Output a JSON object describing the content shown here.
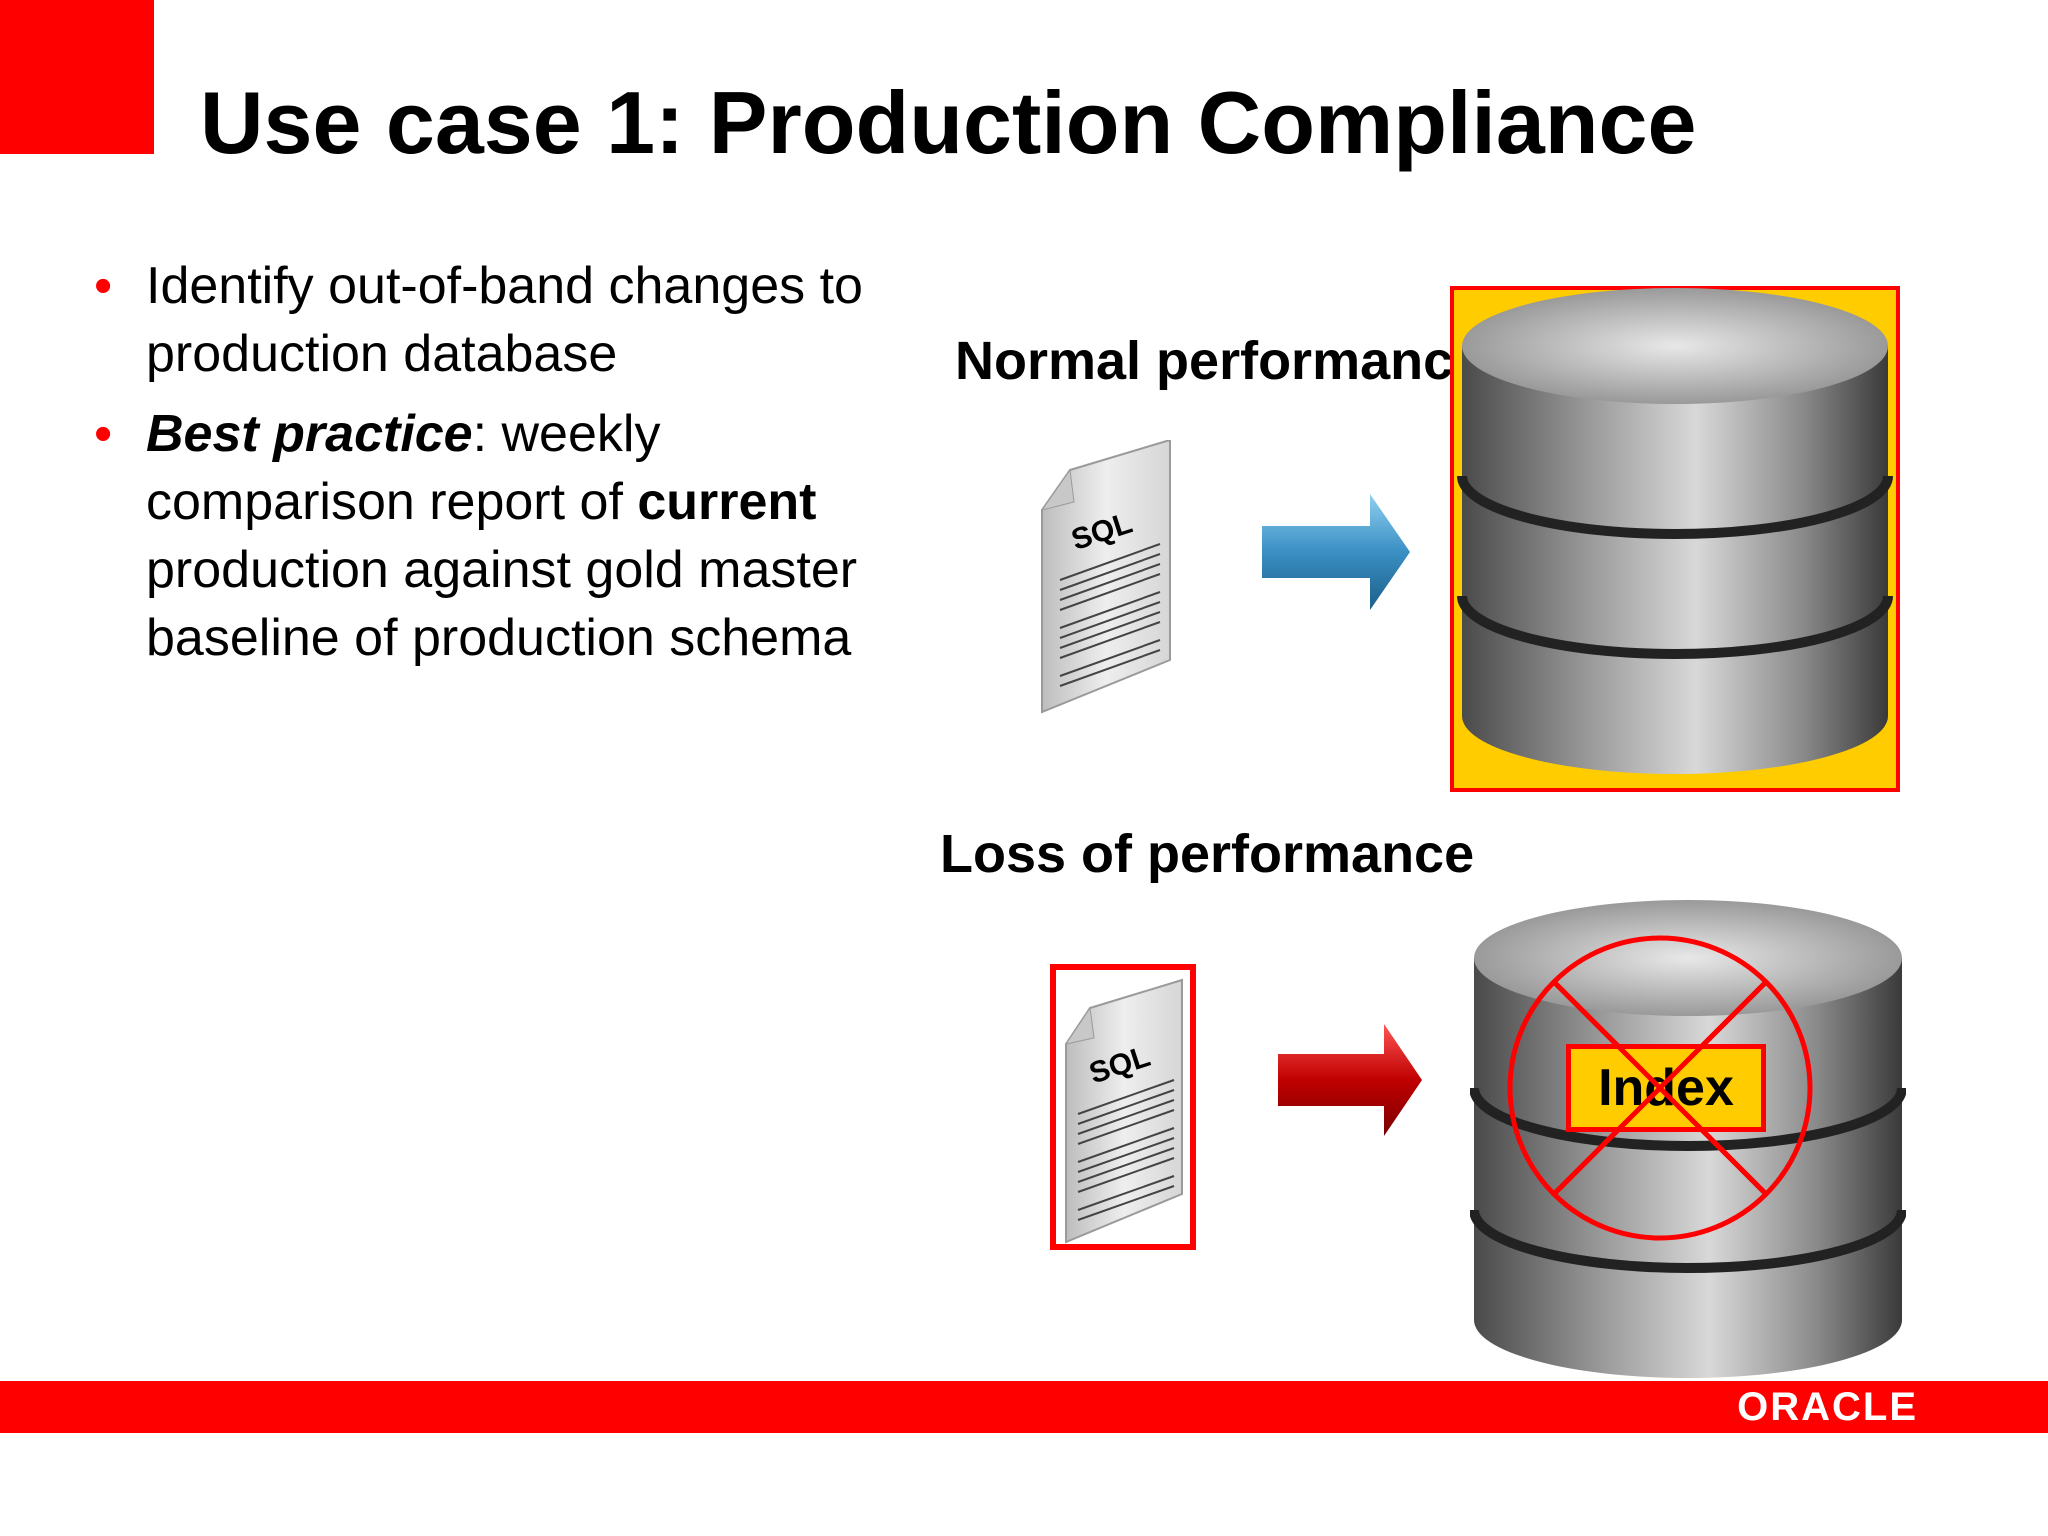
{
  "slide": {
    "title": "Use case 1: Production Compliance",
    "bullets": [
      {
        "lead": "",
        "segments": [
          {
            "text": "Identify out-of-band changes to production database",
            "style": "normal"
          }
        ]
      },
      {
        "segments": [
          {
            "text": "Best practice",
            "style": "bold-italic"
          },
          {
            "text": ": weekly comparison report of ",
            "style": "normal"
          },
          {
            "text": "current",
            "style": "bold"
          },
          {
            "text": " production against gold master baseline of production schema",
            "style": "normal"
          }
        ]
      }
    ]
  },
  "diagram": {
    "normal_caption": "Normal performance",
    "loss_caption": "Loss of performance",
    "sql_label": "SQL",
    "index_label": "Index"
  },
  "footer": {
    "logo_text": "ORACLE"
  },
  "colors": {
    "accent_red": "#ff0000",
    "highlight_yellow": "#ffcc00",
    "arrow_blue": "#3a8fc4",
    "arrow_red": "#c00000"
  }
}
